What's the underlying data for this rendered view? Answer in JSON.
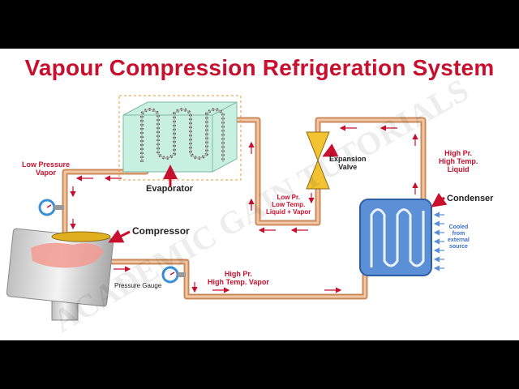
{
  "title": "Vapour Compression Refrigeration System",
  "watermark": "ACADEMIC GAIN TUTORIALS",
  "components": {
    "evaporator": "Evaporator",
    "compressor": "Compressor",
    "condenser": "Condenser",
    "expansion_valve": "Expansion\nValve",
    "pressure_gauge": "Pressure Gauge"
  },
  "state_labels": {
    "low_pressure_vapor": "Low Pressure\nVapor",
    "low_pr_low_temp": "Low Pr.\nLow Temp.\nLiquid + Vapor",
    "high_pr_high_temp_liquid": "High Pr.\nHigh Temp.\nLiquid",
    "high_pr_high_temp_vapor": "High Pr.\nHigh Temp. Vapor",
    "cooled_from_external_source": "Cooled\nfrom\nexternal\nsource"
  },
  "colors": {
    "title": "#c8102e",
    "pipe": "#e8a878",
    "arrow": "#c8102e",
    "condenser": "#5b8fd6",
    "evaporator": "#c8f0e0",
    "valve": "#f2c230",
    "cooling_arrow": "#5b8fd6"
  }
}
